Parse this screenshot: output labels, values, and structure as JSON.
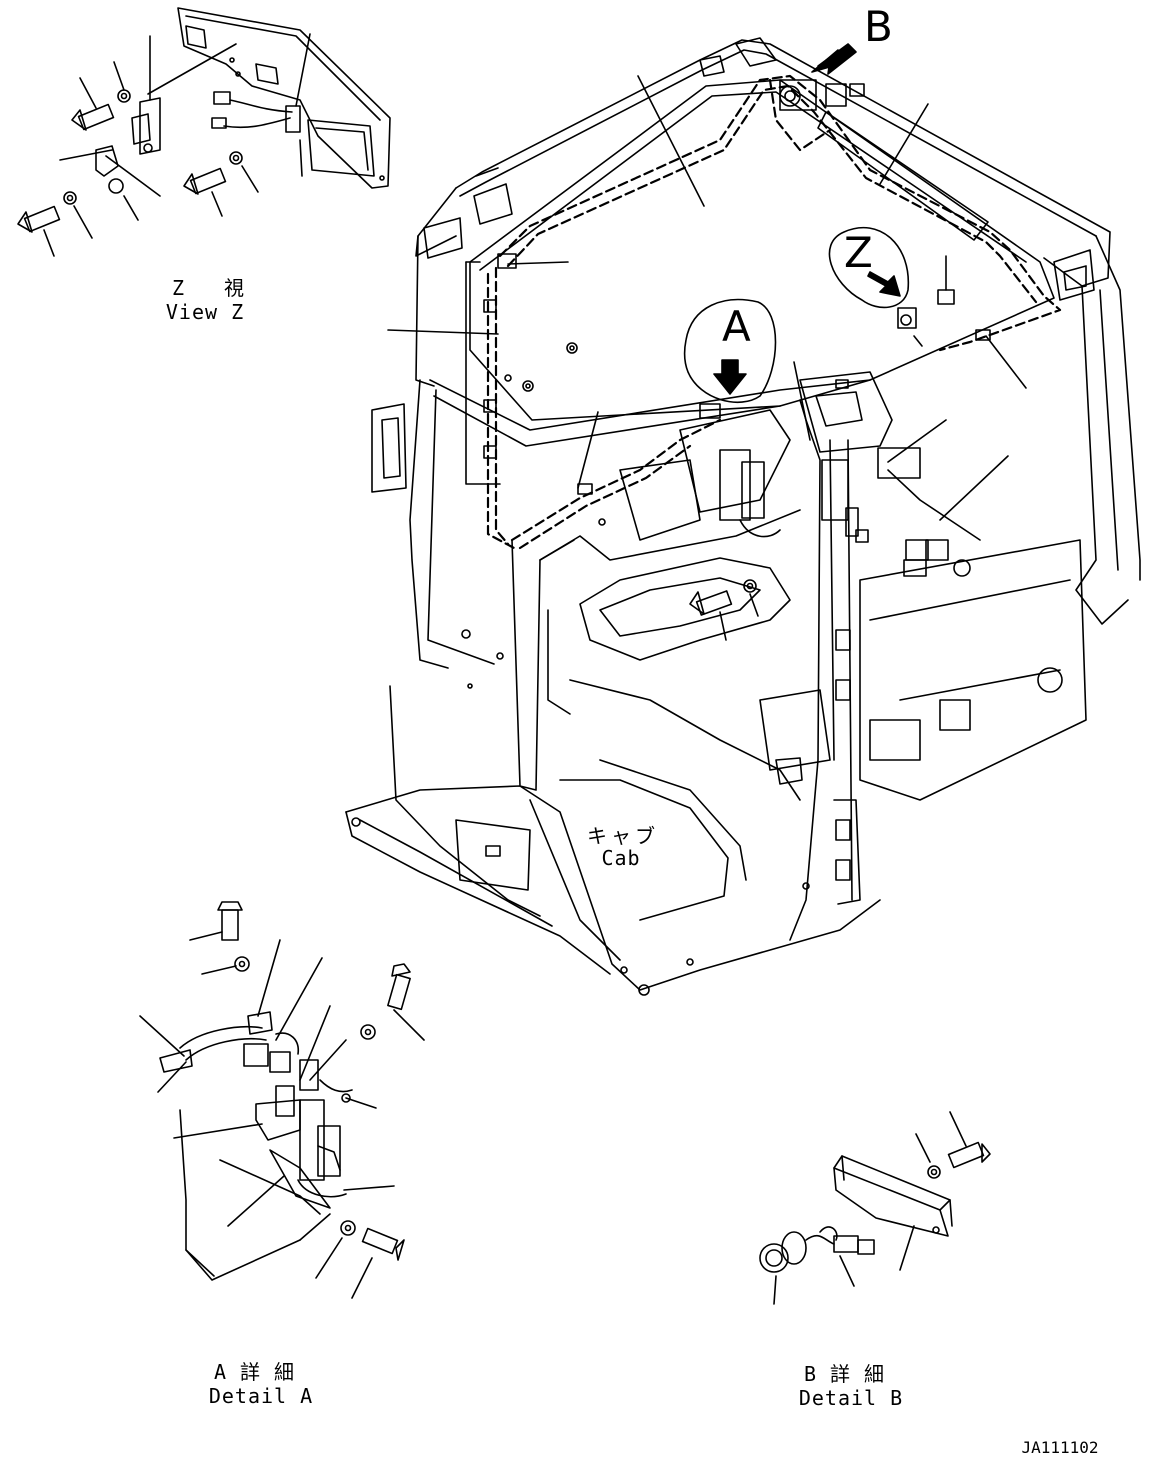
{
  "callouts": {
    "a": "A",
    "b": "B",
    "z": "Z"
  },
  "view_z": {
    "ja": "Z 視",
    "en": "View Z"
  },
  "cab": {
    "ja": "キャブ",
    "en": "Cab"
  },
  "detail_a": {
    "ja": "A詳細",
    "en": "Detail A"
  },
  "detail_b": {
    "ja": "B詳細",
    "en": "Detail B"
  },
  "drawing_number": "JA111102"
}
